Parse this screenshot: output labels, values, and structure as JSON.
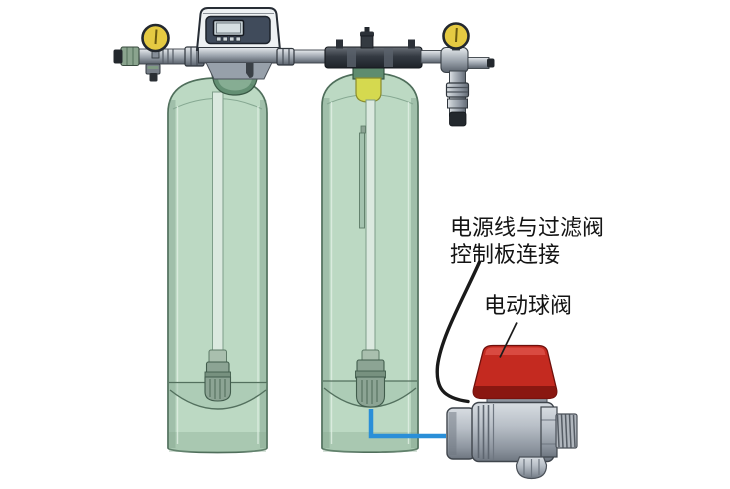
{
  "diagram": {
    "labels": {
      "power_cable_line1": "电源线与过滤阀",
      "power_cable_line2": "控制板连接",
      "ball_valve": "电动球阀"
    },
    "colors": {
      "tank_green": "#bcd9c3",
      "tank_edge": "#4f6e5b",
      "gauge_yellow": "#e5ca42",
      "filter_yellow": "#d5d94f",
      "actuator_red": "#c42a20",
      "pipe_blue": "#2a8fd8",
      "cable_black": "#1a1a1a"
    }
  }
}
